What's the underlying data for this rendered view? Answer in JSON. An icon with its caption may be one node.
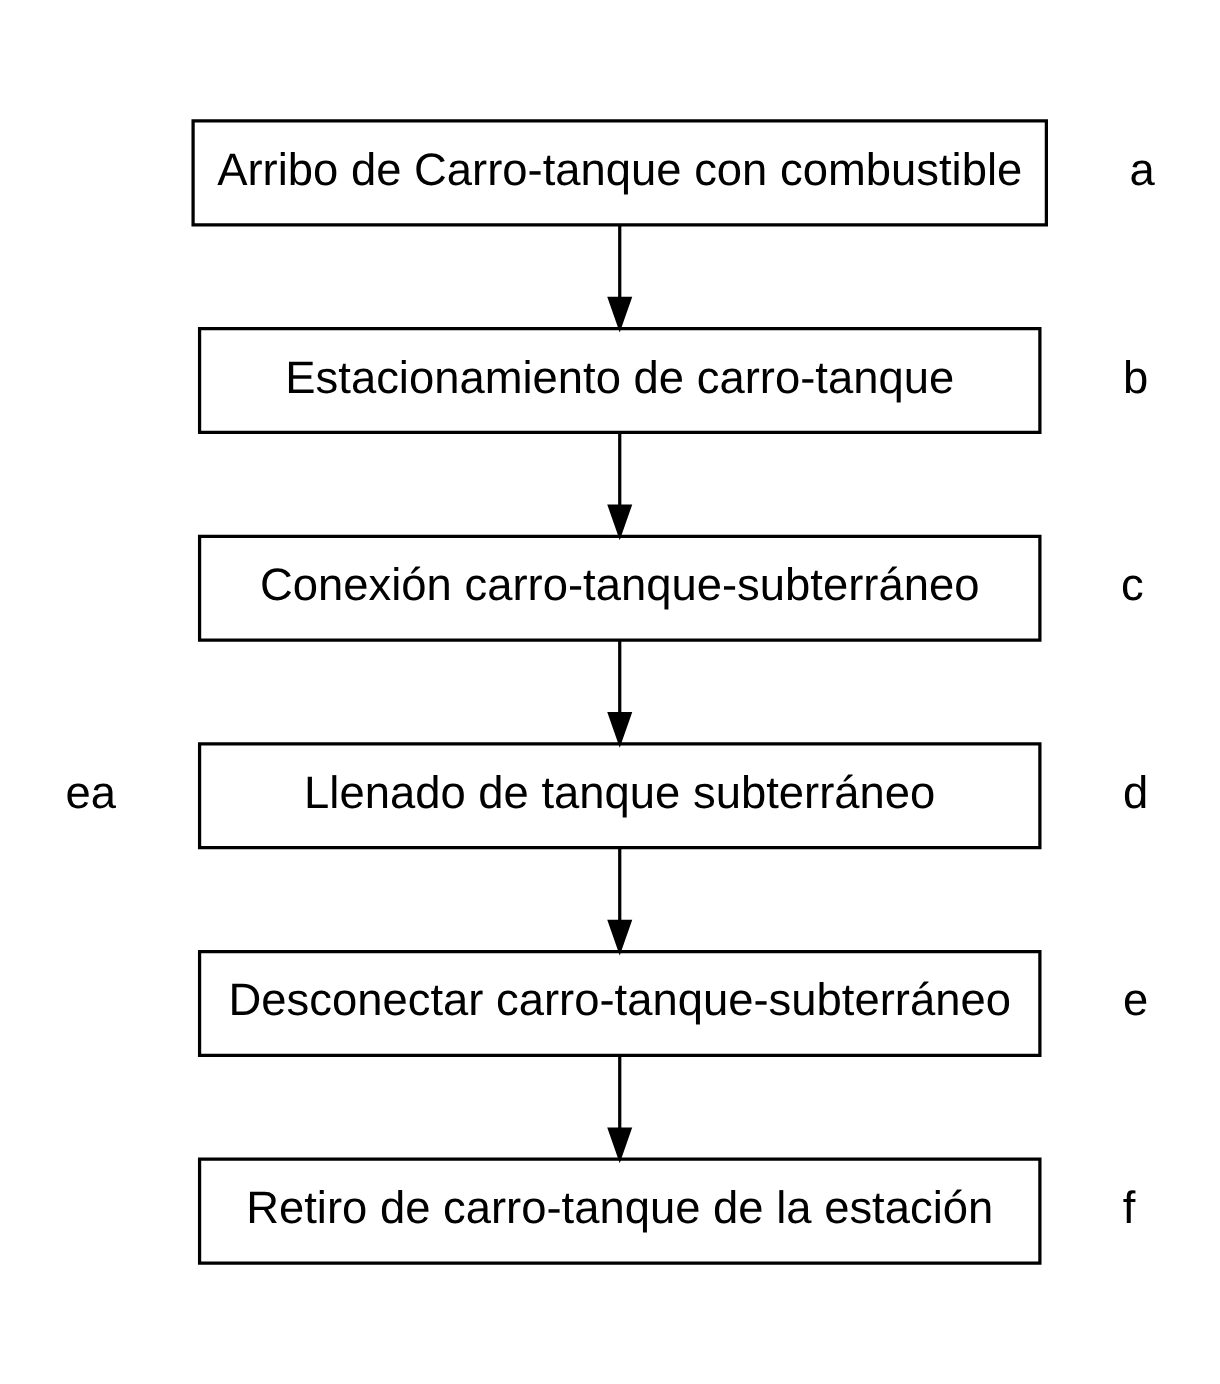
{
  "diagram": {
    "nodes": [
      {
        "text": [
          "Arribo de Carro-tanque con combustible"
        ],
        "beside": [
          "a"
        ]
      },
      {
        "text": [
          "Estacionamiento de carro-tanque"
        ],
        "beside": [
          "b"
        ]
      },
      {
        "text": [
          "Conexión carro-tanque-subterráneo"
        ],
        "beside": [
          "c"
        ]
      },
      {
        "text": [
          "Llenado de tanque subterráneo"
        ],
        "beside": [
          "ea",
          "d"
        ]
      },
      {
        "text": [
          "Desconectar carro-tanque-subterráneo"
        ],
        "beside": [
          "e"
        ]
      },
      {
        "text": [
          "Retiro de carro-tanque de la estación"
        ],
        "beside": [
          "f"
        ]
      }
    ],
    "edges": [
      {
        "from": 0,
        "to": 1,
        "arrow": "to"
      },
      {
        "from": 1,
        "to": 2,
        "arrow": "to"
      },
      {
        "from": 2,
        "to": 3,
        "arrow": "to"
      },
      {
        "from": 3,
        "to": 4,
        "arrow": "to"
      },
      {
        "from": 4,
        "to": 5,
        "arrow": "to"
      }
    ]
  }
}
